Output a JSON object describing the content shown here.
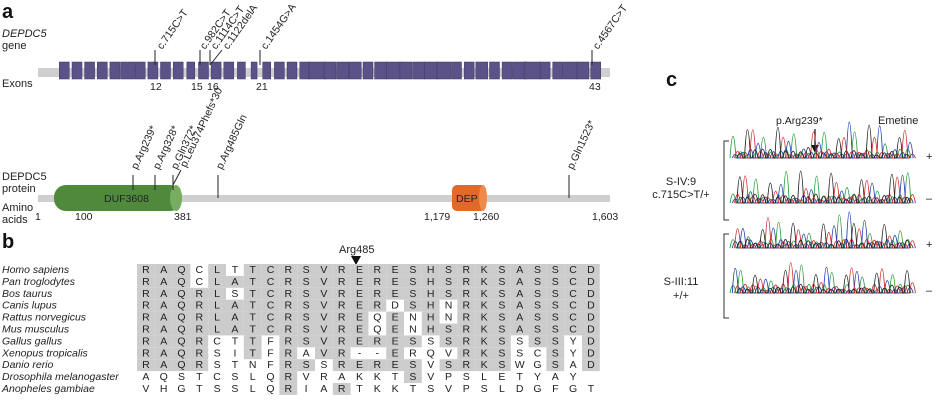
{
  "panel_a": {
    "label": "a",
    "gene_label_line1": "DEPDC5",
    "gene_label_line2": "gene",
    "exons_label": "Exons",
    "exon_count": 43,
    "exon_numbers": [
      "12",
      "15",
      "16",
      "21",
      "43"
    ],
    "variants": [
      "c.715C>T",
      "c.982C>T",
      "c.1114C>T",
      "c.1122delA",
      "c.1454G>A",
      "c.4567C>T"
    ],
    "colors": {
      "exon": "#5b5287",
      "backbone": "#cfcfcf"
    }
  },
  "panel_protein": {
    "protein_label_line1": "DEPDC5",
    "protein_label_line2": "protein",
    "amino_label_line1": "Amino",
    "amino_label_line2": "acids",
    "domains": [
      {
        "name": "DUF3608",
        "start": "100",
        "end": "381",
        "color": "#4f8a3c"
      },
      {
        "name": "DEP",
        "start": "1,179",
        "end": "1,260",
        "color": "#e06a2c"
      }
    ],
    "position_labels": [
      "1",
      "100",
      "381",
      "1,179",
      "1,260",
      "1,603"
    ],
    "mutations": [
      "p.Arg239*",
      "p.Arg328*",
      "p.Gln372*",
      "p.Leu374Phefs*30",
      "p.Arg485Gln",
      "p.Gln1523*"
    ]
  },
  "panel_b": {
    "label": "b",
    "marker": "Arg485",
    "species": [
      "Homo sapiens",
      "Pan troglodytes",
      "Bos taurus",
      "Canis lupus",
      "Rattus norvegicus",
      "Mus musculus",
      "Gallus gallus",
      "Xenopus tropicalis",
      "Danio rerio",
      "Drosophila melanogaster",
      "Anopheles gambiae"
    ],
    "sequences": [
      "RAQCLTTCRSVRERESHSRKSASSCD",
      "RAQCLATCRSVRERESHSRKSASSCD",
      "RAQRLSTCRSVRERESHSRKSASSCD",
      "RAQRLATCRSVRERDSHNRKSASSCD",
      "RAQRLATCRSVREQENHNRKSASSCD",
      "RAQRLATCRSVREQENHSRKSASSCD",
      "RAQRCTTFRSVRERESSSRKSSSSYD",
      "RAQRSITFRAVR--ERQVRKSSCSYD",
      "RAQRSTNFRSSRERESVSRKSWGSAD",
      "AQSTCSLQRVRAKKTSVPSLETYAY",
      "VHGTSSLQRIARTKKTSVPSLDGFGT"
    ],
    "colors": {
      "conserved": "#cccccc",
      "arg485": "#d6222b"
    }
  },
  "panel_c": {
    "label": "c",
    "mutation": "p.Arg239*",
    "emetine": "Emetine",
    "samples": [
      {
        "id": "S-IV:9",
        "genotype": "c.715C>T/+",
        "signs": [
          "+",
          "–"
        ]
      },
      {
        "id": "S-III:11",
        "genotype": "+/+",
        "signs": [
          "+",
          "–"
        ]
      }
    ],
    "trace_colors": [
      "#2e9a3a",
      "#1f3fb0",
      "#d42a2a",
      "#222222"
    ]
  }
}
